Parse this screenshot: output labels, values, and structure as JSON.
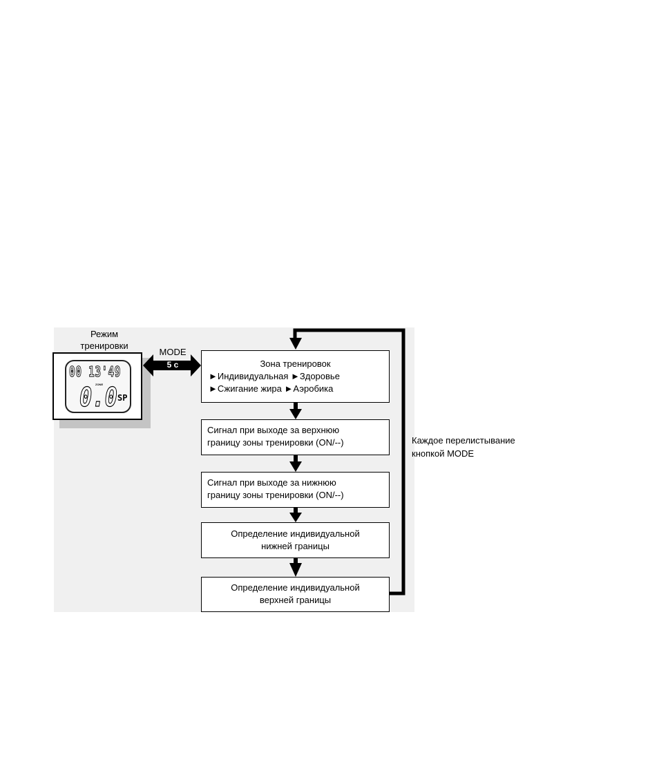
{
  "device": {
    "mode_label_line1": "Режим",
    "mode_label_line2": "тренировки",
    "lcd_top": "00 13'49",
    "lcd_zone": "ZONE",
    "lcd_value": "0.0",
    "lcd_unit": "SP"
  },
  "mode_arrow": {
    "label": "MODE",
    "duration": "5 с"
  },
  "steps": [
    {
      "line1": "Зона тренировок",
      "options_row1": [
        "Индивидуальная",
        "Здоровье"
      ],
      "options_row2": [
        "Сжигание жира",
        "Аэробика"
      ],
      "bullet": "►"
    },
    {
      "line1": "Сигнал при выходе за верхнюю",
      "line2": "границу зоны тренировки (ON/--)"
    },
    {
      "line1": "Сигнал при выходе за нижнюю",
      "line2": "границу зоны тренировки (ON/--)"
    },
    {
      "line1": "Определение индивидуальной",
      "line2": "нижней границы"
    },
    {
      "line1": "Определение индивидуальной",
      "line2": "верхней границы"
    }
  ],
  "loop_note": {
    "line1": "Каждое перелистывание",
    "line2": "кнопкой MODE"
  }
}
